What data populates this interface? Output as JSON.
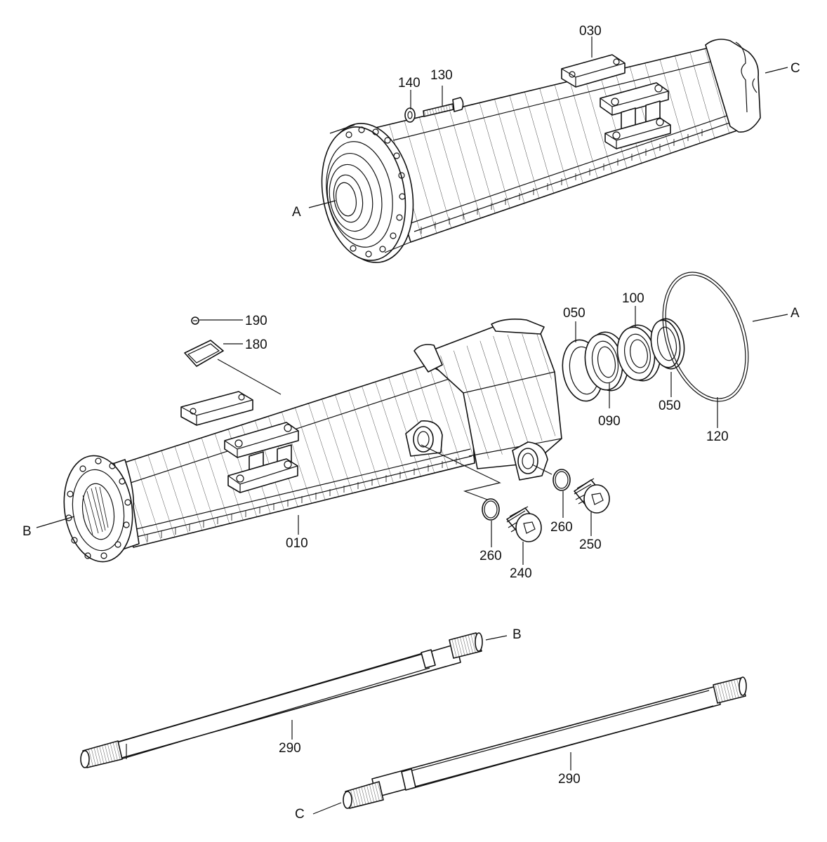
{
  "labels": {
    "a_top": "A",
    "c_top": "C",
    "p030": "030",
    "p130": "130",
    "p140": "140",
    "p190": "190",
    "p180": "180",
    "p050a": "050",
    "p100": "100",
    "a_right": "A",
    "p090": "090",
    "p050b": "050",
    "p120": "120",
    "b_left": "B",
    "p010": "010",
    "p260a": "260",
    "p240": "240",
    "p260b": "260",
    "p250": "250",
    "b_shaft": "B",
    "p290a": "290",
    "p290b": "290",
    "c_shaft": "C"
  }
}
